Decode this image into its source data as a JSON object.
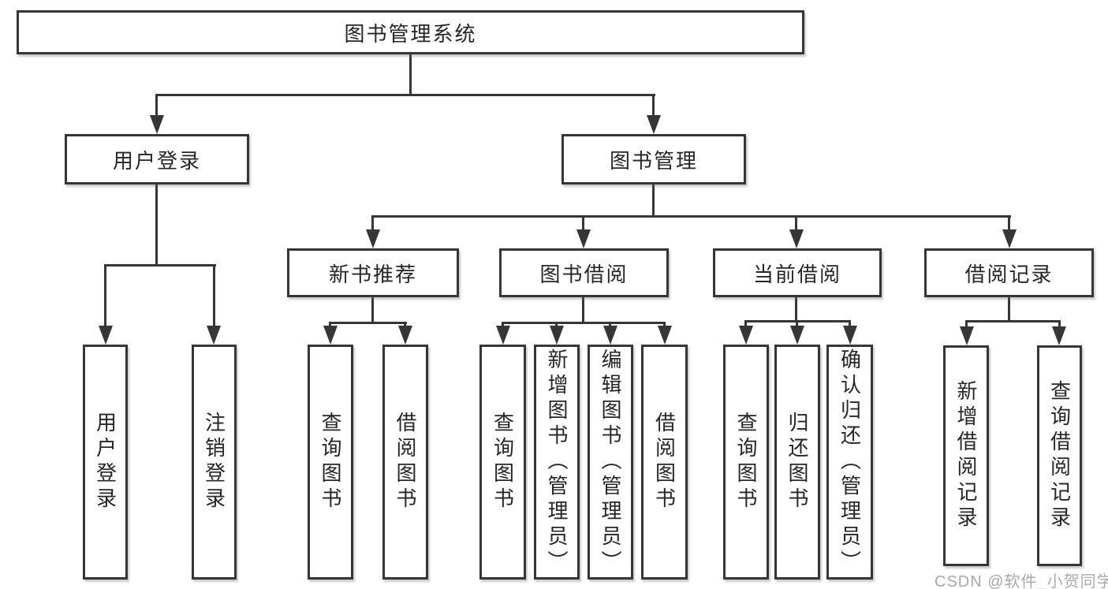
{
  "tree": {
    "root": {
      "label": "图书管理系统",
      "children": [
        {
          "label": "用户登录",
          "children": [
            {
              "label": "用户登录"
            },
            {
              "label": "注销登录"
            }
          ]
        },
        {
          "label": "图书管理",
          "children": [
            {
              "label": "新书推荐",
              "children": [
                {
                  "label": "查询图书"
                },
                {
                  "label": "借阅图书"
                }
              ]
            },
            {
              "label": "图书借阅",
              "children": [
                {
                  "label": "查询图书"
                },
                {
                  "label": "新增图书（管理员）"
                },
                {
                  "label": "编辑图书（管理员）"
                },
                {
                  "label": "借阅图书"
                }
              ]
            },
            {
              "label": "当前借阅",
              "children": [
                {
                  "label": "查询图书"
                },
                {
                  "label": "归还图书"
                },
                {
                  "label": "确认归还（管理员）"
                }
              ]
            },
            {
              "label": "借阅记录",
              "children": [
                {
                  "label": "新增借阅记录"
                },
                {
                  "label": "查询借阅记录"
                }
              ]
            }
          ]
        }
      ]
    }
  },
  "watermark": {
    "text": "CSDN @软件_小贺同学"
  },
  "colors": {
    "line": "#363636",
    "text": "#262626",
    "background": "#ffffff",
    "watermark": "#a9a9a9"
  }
}
